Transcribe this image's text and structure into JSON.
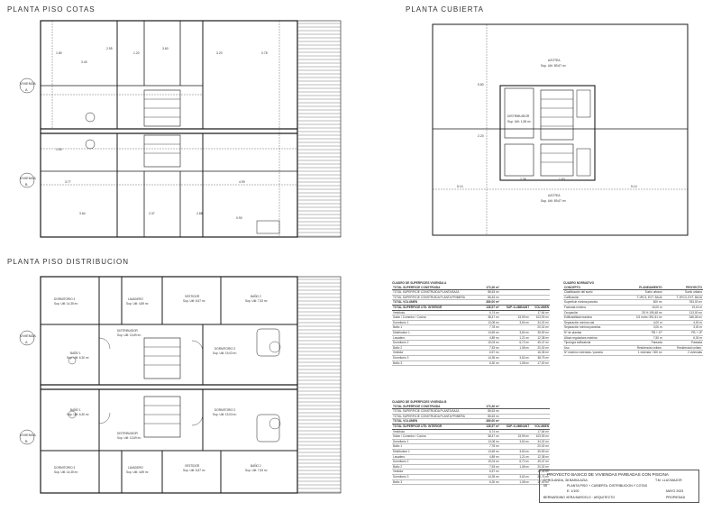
{
  "titles": {
    "cotas": "PLANTA PISO COTAS",
    "cubierta": "PLANTA CUBIERTA",
    "distribucion": "PLANTA PISO DISTRIBUCION"
  },
  "labels": {
    "vivienda": "VIVIENDA",
    "a": "A",
    "b": "B"
  },
  "rooms": {
    "dormitorio3": "DORMITORIO 3",
    "dormitorio3_sup": "Sup. Util: 14,35 m²",
    "lavadero": "LAVADERO",
    "lavadero_sup": "Sup. Util: 4,89 m²",
    "vestidor": "VESTIDOR",
    "vestidor_sup": "Sup. Util: 6,57 m²",
    "bano2": "BAÑO 2",
    "bano2_sup": "Sup. Util: 7,53 m²",
    "distribuidor": "DISTRIBUIDOR",
    "distribuidor_sup": "Sup. Util: 13,69 m²",
    "dormitorio2": "DORMITORIO 2",
    "dormitorio2_sup": "Sup. Util: 19,03 m²",
    "bano1": "BAÑO 1",
    "bano1_sup": "Sup. Util: 6,30 m²",
    "azotea": "AZOTEA",
    "azotea_sup": "Sup. Util: 89,67 m²",
    "cub_distribuidor": "DISTRIBUIDOR",
    "cub_distribuidor_sup": "Sup. Util: 1,55 m²"
  },
  "dims": {
    "d1": "1.80",
    "d2": "3.40",
    "d3": "2.95",
    "d4": "1.20",
    "d5": "3.60",
    "d6": "3.20",
    "d7": "0.78",
    "d8": "1.90",
    "d9": "3.64",
    "d10": "2.37",
    "d11": "2.88",
    "d12": "0.90",
    "d13": "3.77",
    "d14": "4.99",
    "d15": "5.14",
    "d16": "2.38",
    "d17": "1.63",
    "d18": "5.80",
    "d19": "2.20"
  },
  "table_a": {
    "title": "CUADRO DE SUPERFICIES VIVIENDA A",
    "rows": [
      [
        "TOTAL SUPERFICIE CONSTRUIDA",
        "173,26 m²",
        "",
        ""
      ],
      [
        "TOTAL SUPERFICIE CONSTRUIDA PLANTA BAJA",
        "86,63 m²",
        "",
        ""
      ],
      [
        "TOTAL SUPERFICIE CONSTRUIDA PLANTA PRIMERA",
        "86,63 m²",
        "",
        ""
      ],
      [
        "TOTAL VOLUMEN",
        "389,00 m³",
        "",
        ""
      ],
      [
        "TOTAL SUPERFICIE UTIL INTERIOR",
        "138,97 m²",
        "SUP. ILUMINANT",
        "VOLUMEN"
      ],
      [
        "Vestíbulo",
        "6,74 m²",
        "",
        "17,64 m³"
      ],
      [
        "Salón / Comedor / Cocina",
        "38,47 m²",
        "15,99 m²",
        "103,93 m³"
      ],
      [
        "Dormitorio 1",
        "13,08 m²",
        "3,60 m²",
        "34,02 m³"
      ],
      [
        "Baño 1",
        "7,78 m²",
        "",
        "20,02 m³"
      ],
      [
        "Distribuidor 1",
        "13,69 m²",
        "3,60 m²",
        "35,59 m³"
      ],
      [
        "Lavadero",
        "4,89 m²",
        "1,21 m²",
        "12,38 m³"
      ],
      [
        "Dormitorio 2",
        "19,03 m²",
        "6,72 m²",
        "49,47 m³"
      ],
      [
        "Baño 2",
        "7,53 m²",
        "1,08 m²",
        "20,02 m³"
      ],
      [
        "Vestidor",
        "6,57 m²",
        "",
        "16,35 m³"
      ],
      [
        "Dormitorio 3",
        "14,35 m²",
        "3,60 m²",
        "38,75 m³"
      ],
      [
        "Baño 3",
        "6,30 m²",
        "1,08 m²",
        "17,00 m³"
      ]
    ]
  },
  "table_b": {
    "title": "CUADRO DE SUPERFICIES VIVIENDA B",
    "rows": [
      [
        "TOTAL SUPERFICIE CONSTRUIDA",
        "173,26 m²",
        "",
        ""
      ],
      [
        "TOTAL SUPERFICIE CONSTRUIDA PLANTA BAJA",
        "86,63 m²",
        "",
        ""
      ],
      [
        "TOTAL SUPERFICIE CONSTRUIDA PLANTA PRIMERA",
        "86,63 m²",
        "",
        ""
      ],
      [
        "TOTAL VOLUMEN",
        "389,00 m³",
        "",
        ""
      ],
      [
        "TOTAL SUPERFICIE UTIL INTERIOR",
        "138,97 m²",
        "SUP. ILUMINANT",
        "VOLUMEN"
      ],
      [
        "Vestíbulo",
        "6,74 m²",
        "",
        "17,64 m³"
      ],
      [
        "Salón / Comedor / Cocina",
        "38,47 m²",
        "15,99 m²",
        "103,93 m³"
      ],
      [
        "Dormitorio 1",
        "13,08 m²",
        "3,60 m²",
        "34,02 m³"
      ],
      [
        "Baño 1",
        "7,78 m²",
        "",
        "20,02 m³"
      ],
      [
        "Distribuidor 1",
        "13,69 m²",
        "3,60 m²",
        "35,59 m³"
      ],
      [
        "Lavadero",
        "4,89 m²",
        "1,21 m²",
        "12,38 m³"
      ],
      [
        "Dormitorio 2",
        "19,03 m²",
        "6,72 m²",
        "49,47 m³"
      ],
      [
        "Baño 2",
        "7,53 m²",
        "1,08 m²",
        "20,02 m³"
      ],
      [
        "Vestidor",
        "6,57 m²",
        "",
        "16,35 m³"
      ],
      [
        "Dormitorio 3",
        "14,35 m²",
        "3,60 m²",
        "38,75 m³"
      ],
      [
        "Baño 3",
        "6,30 m²",
        "1,08 m²",
        "17,00 m³"
      ]
    ]
  },
  "table_norm": {
    "title": "CUADRO NORMATIVO",
    "rows": [
      [
        "CONCEPTO",
        "PLANEAMIENTO",
        "PROYECTO"
      ],
      [
        "Clasificación del suelo",
        "Suelo urbano",
        "Suelo urbano"
      ],
      [
        "Calificación",
        "T-1RC3, EXT. BAJA",
        "T-1RC3, EXT. BAJA"
      ],
      [
        "Superficie mínima parcela",
        "600 m²",
        "783,03 m²"
      ],
      [
        "Fachada mínima",
        "15,00 m",
        "19,16 m"
      ],
      [
        "Ocupación",
        "25 % 195,48 m²",
        "113,00 m²"
      ],
      [
        "Edificabilidad máxima",
        "0,5 m²/m² 391,51 m²",
        "346,06 m²"
      ],
      [
        "Separación mínima vial",
        "4,00 m",
        "4,00 m"
      ],
      [
        "Separación mínima parcelas",
        "3,00 m",
        "3,00 m"
      ],
      [
        "Nº de plantas",
        "PB + 1P",
        "PB + 1P"
      ],
      [
        "Altura reguladora máxima",
        "7,50 m",
        "6,30 m"
      ],
      [
        "Tipología edificatoria",
        "Pareada",
        "Pareada"
      ],
      [
        "Uso",
        "Residencial unifam.",
        "Residencial unifam."
      ],
      [
        "Nº máximo viviendas / parcela",
        "1 vivienda / 300 m²",
        "2 viviendas"
      ]
    ]
  },
  "cartouche": {
    "project": "PROYECTO BASICO DE VIVIENDAS PAREADAS CON PISCINA",
    "address": "C/ HOLANDA, 38 BAHIA AZUL",
    "town": "T.M. LLUCMAJOR",
    "plan": "PLANTA PISO + CUBIERTA. DISTRIBUCION Y COTAS",
    "plan_no": "05",
    "scale": "E: 1/100",
    "date": "MAYO 2023",
    "architect": "BERNARDINO XERA BARCELO · ARQUITECTO",
    "owner": "PROPIEDAD"
  },
  "colors": {
    "line": "#1a1a1a",
    "hatch": "#666666",
    "paper": "#ffffff"
  }
}
